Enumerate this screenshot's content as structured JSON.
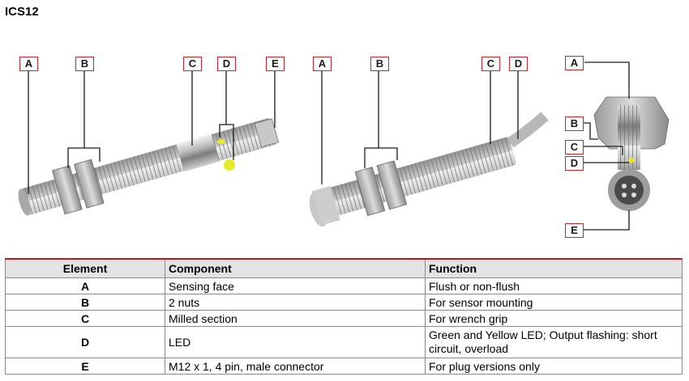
{
  "title": "ICS12",
  "callouts": {
    "s1": [
      "A",
      "B",
      "C",
      "D",
      "E"
    ],
    "s2": [
      "A",
      "B",
      "C",
      "D"
    ],
    "s3": [
      "A",
      "B",
      "C",
      "D",
      "E"
    ]
  },
  "table": {
    "headers": [
      "Element",
      "Component",
      "Function"
    ],
    "rows": [
      {
        "element": "A",
        "component": "Sensing face",
        "function": "Flush or non-flush"
      },
      {
        "element": "B",
        "component": "2 nuts",
        "function": "For sensor mounting"
      },
      {
        "element": "C",
        "component": "Milled section",
        "function": "For wrench grip"
      },
      {
        "element": "D",
        "component": "LED",
        "function": "Green and Yellow LED; Output flashing: short circuit, overload"
      },
      {
        "element": "E",
        "component": "M12 x 1, 4 pin, male connector",
        "function": "For plug versions only"
      }
    ]
  },
  "colors": {
    "accent_red": "#d0202a",
    "header_bg": "#e3e3e3",
    "led_yellow": "#e8e82a"
  }
}
